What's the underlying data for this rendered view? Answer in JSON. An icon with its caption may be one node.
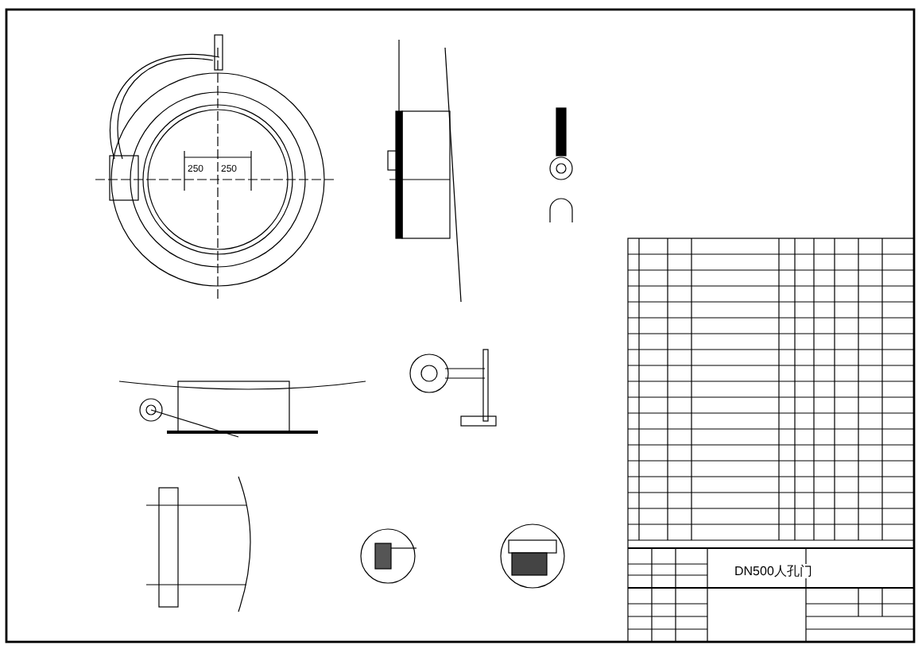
{
  "diagram": {
    "labels": [
      "250",
      "250",
      "DN500人孔门"
    ]
  }
}
